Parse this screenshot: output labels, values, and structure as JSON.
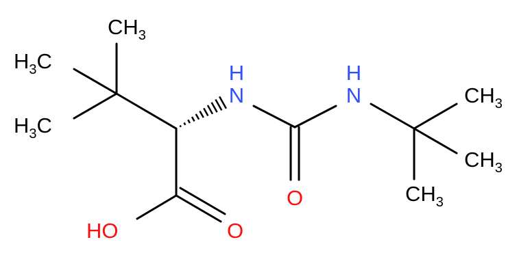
{
  "molecule": {
    "colors": {
      "bond": "#000000",
      "carbon_label": "#000000",
      "nitrogen": "#3050F8",
      "oxygen": "#FF0D0D",
      "background": "#FFFFFF"
    },
    "labels": {
      "ch3_top": {
        "main": "CH",
        "sub": "3"
      },
      "h3c_upper": {
        "main1": "H",
        "sub": "3",
        "main2": "C"
      },
      "h3c_lower": {
        "main1": "H",
        "sub": "3",
        "main2": "C"
      },
      "nh_left": {
        "n": "N",
        "h": "H"
      },
      "nh_right": {
        "n": "N",
        "h": "H"
      },
      "carbonyl_o_urea": "O",
      "hydroxyl": "HO",
      "carbonyl_o_acid": "O",
      "ch3_right_top": {
        "main": "CH",
        "sub": "3"
      },
      "ch3_right_mid": {
        "main": "CH",
        "sub": "3"
      },
      "ch3_right_bottom": {
        "main": "CH",
        "sub": "3"
      }
    }
  }
}
